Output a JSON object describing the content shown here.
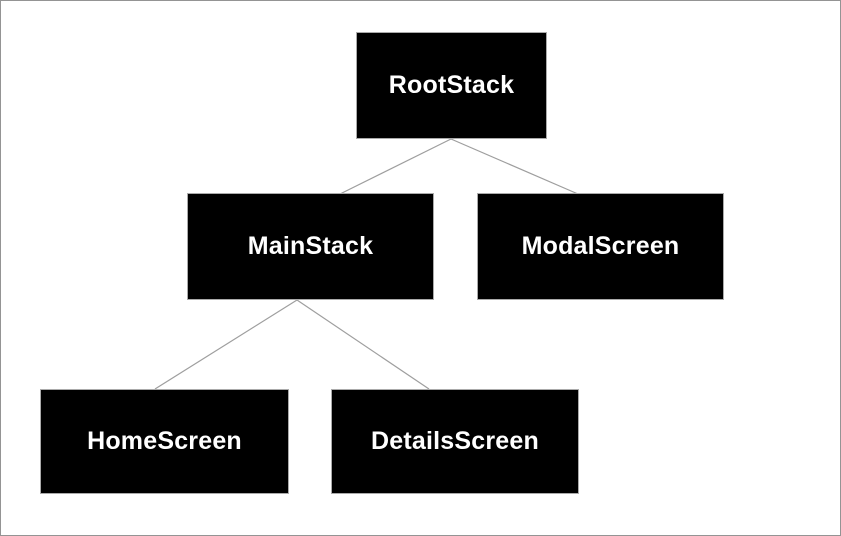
{
  "diagram": {
    "type": "tree",
    "description": "Navigation stack hierarchy diagram",
    "nodes": [
      {
        "id": "RootStack",
        "label": "RootStack",
        "level": 0
      },
      {
        "id": "MainStack",
        "label": "MainStack",
        "level": 1
      },
      {
        "id": "ModalScreen",
        "label": "ModalScreen",
        "level": 1
      },
      {
        "id": "HomeScreen",
        "label": "HomeScreen",
        "level": 2
      },
      {
        "id": "DetailsScreen",
        "label": "DetailsScreen",
        "level": 2
      }
    ],
    "edges": [
      {
        "from": "RootStack",
        "to": "MainStack"
      },
      {
        "from": "RootStack",
        "to": "ModalScreen"
      },
      {
        "from": "MainStack",
        "to": "HomeScreen"
      },
      {
        "from": "MainStack",
        "to": "DetailsScreen"
      }
    ],
    "colors": {
      "background": "#ffffff",
      "frame_border": "#949494",
      "node_fill": "#000000",
      "node_text": "#ffffff",
      "node_border": "#aaaaaa",
      "edge": "#9e9e9e"
    }
  }
}
